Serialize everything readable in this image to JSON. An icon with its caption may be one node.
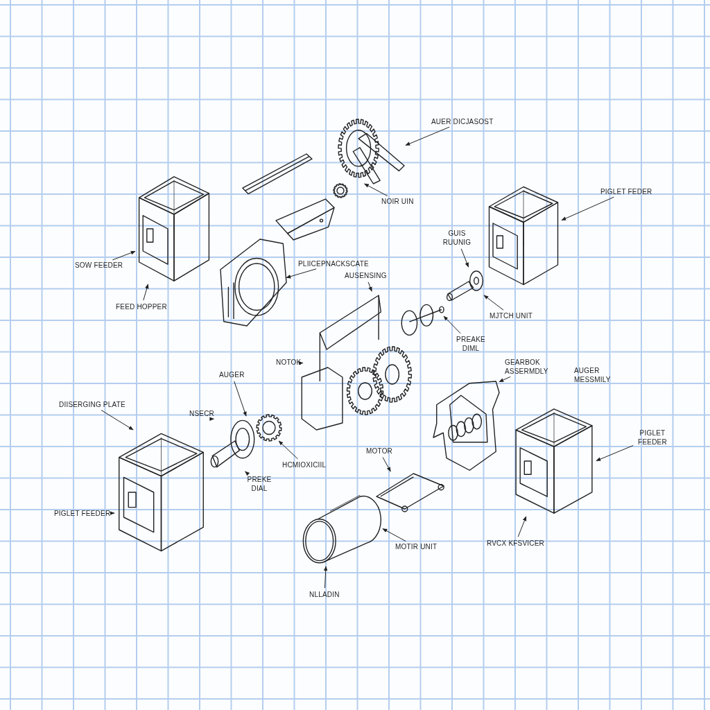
{
  "diagram": {
    "nodes": [
      {
        "text": [
          "AUER DICJASOST"
        ]
      },
      {
        "text": [],
        "shape": "picture"
      },
      {
        "text": [],
        "shape": "picture"
      },
      {
        "text": [],
        "shape": "picture"
      },
      {
        "text": [],
        "shape": "picture"
      },
      {
        "text": [
          "PIGLET FEDER"
        ]
      },
      {
        "text": [],
        "shape": "picture"
      },
      {
        "text": [
          "NOIR UIN"
        ]
      },
      {
        "text": [],
        "shape": "picture"
      },
      {
        "text": [
          "GUIS RUUNIG"
        ]
      },
      {
        "text": [],
        "shape": "picture"
      },
      {
        "text": [
          "PLIICEPNACKSCATE"
        ]
      },
      {
        "text": [
          "SOW FEEDER"
        ]
      },
      {
        "text": [
          "AUSENSING"
        ]
      },
      {
        "text": [],
        "shape": "picture"
      },
      {
        "text": [],
        "shape": "picture"
      },
      {
        "text": [
          "FEED HOPPER"
        ]
      },
      {
        "text": [
          "MJTCH UNIT"
        ]
      },
      {
        "text": [],
        "shape": "picture"
      },
      {
        "text": [
          "PREAKE DIML"
        ]
      },
      {
        "text": [
          "NOTOK"
        ]
      },
      {
        "text": [
          "GEARBOK ASSERMDLY"
        ]
      },
      {
        "text": [
          "AUGER"
        ]
      },
      {
        "text": [],
        "shape": "picture"
      },
      {
        "text": [
          "DIISERGING PLATE"
        ]
      },
      {
        "text": [
          "NSECR"
        ]
      },
      {
        "text": [],
        "shape": "picture"
      },
      {
        "text": [],
        "shape": "picture"
      },
      {
        "text": [],
        "shape": "picture"
      },
      {
        "text": [],
        "shape": "picture"
      },
      {
        "text": [
          "PIGLET FEEDER"
        ]
      },
      {
        "text": [
          "MOTOR"
        ]
      },
      {
        "text": [
          "HCMIOXICIIL"
        ]
      },
      {
        "text": [],
        "shape": "picture"
      },
      {
        "text": [
          "PREKE DIAL"
        ]
      },
      {
        "text": [],
        "shape": "picture"
      },
      {
        "text": [
          "PIGLET FEEDER"
        ]
      },
      {
        "text": [
          "RVCX KFSVICER"
        ]
      },
      {
        "text": [
          "MOTIR UNIT"
        ]
      },
      {
        "text": [
          "NLLADIN"
        ]
      }
    ],
    "edges": [
      {
        "from": 0,
        "to": 1,
        "arrow": "to"
      },
      {
        "from": 7,
        "to": 1,
        "arrow": "to"
      },
      {
        "from": 5,
        "to": 8,
        "arrow": "to"
      },
      {
        "from": 12,
        "to": 4,
        "arrow": "to"
      },
      {
        "from": 16,
        "to": 4,
        "arrow": "to"
      },
      {
        "from": 11,
        "to": 10,
        "arrow": "to"
      },
      {
        "from": 13,
        "to": 15,
        "arrow": "to"
      },
      {
        "from": 9,
        "to": 14,
        "arrow": "to"
      },
      {
        "from": 17,
        "to": 14,
        "arrow": "to"
      },
      {
        "from": 19,
        "to": 18,
        "arrow": "to"
      },
      {
        "from": 20,
        "to": 15,
        "arrow": "to"
      },
      {
        "from": 22,
        "to": 26,
        "arrow": "to"
      },
      {
        "from": 25,
        "to": 26,
        "arrow": "to"
      },
      {
        "from": 24,
        "to": 28,
        "arrow": "to"
      },
      {
        "from": 36,
        "to": 28,
        "arrow": "to"
      },
      {
        "from": 34,
        "to": 26,
        "arrow": "to"
      },
      {
        "from": 32,
        "to": 27,
        "arrow": "to"
      },
      {
        "from": 21,
        "to": 23,
        "arrow": "to"
      },
      {
        "from": 30,
        "to": 29,
        "arrow": "to"
      },
      {
        "from": 31,
        "to": 33,
        "arrow": "to"
      },
      {
        "from": 38,
        "to": 35,
        "arrow": "to"
      },
      {
        "from": 37,
        "to": 29,
        "arrow": "to"
      },
      {
        "from": 39,
        "to": 35,
        "arrow": "to"
      }
    ],
    "labels": [
      "AUGER MESSMILY"
    ]
  }
}
